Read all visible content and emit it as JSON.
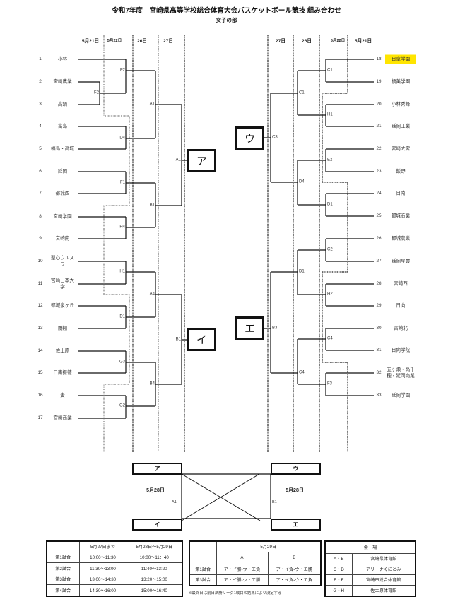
{
  "title": "令和7年度　宮崎県高等学校総合体育大会バスケットボール競技 組み合わせ",
  "subtitle": "女子の部",
  "headers": {
    "left": [
      "5月21日",
      "5月22日",
      "26日",
      "27日"
    ],
    "right": [
      "27日",
      "26日",
      "5月22日",
      "5月21日"
    ]
  },
  "teams_left": [
    {
      "no": "1",
      "name": "小林"
    },
    {
      "no": "2",
      "name": "宮崎農業"
    },
    {
      "no": "3",
      "name": "高鍋"
    },
    {
      "no": "4",
      "name": "富島"
    },
    {
      "no": "5",
      "name": "福島・高城"
    },
    {
      "no": "6",
      "name": "延岡"
    },
    {
      "no": "7",
      "name": "都城西"
    },
    {
      "no": "8",
      "name": "宮崎学園"
    },
    {
      "no": "9",
      "name": "宮崎南"
    },
    {
      "no": "10",
      "name": "聖心ウルスラ"
    },
    {
      "no": "11",
      "name": "宮崎日本大学"
    },
    {
      "no": "12",
      "name": "都城泉ヶ丘"
    },
    {
      "no": "13",
      "name": "鵬翔"
    },
    {
      "no": "14",
      "name": "佐土原"
    },
    {
      "no": "15",
      "name": "日南振徳"
    },
    {
      "no": "16",
      "name": "妻"
    },
    {
      "no": "17",
      "name": "宮崎商業"
    }
  ],
  "teams_right": [
    {
      "no": "18",
      "name": "日章学園",
      "highlight": "#FFE500"
    },
    {
      "no": "19",
      "name": "榎美学園"
    },
    {
      "no": "20",
      "name": "小林秀峰"
    },
    {
      "no": "21",
      "name": "延岡工業"
    },
    {
      "no": "22",
      "name": "宮崎大宮"
    },
    {
      "no": "23",
      "name": "飯野"
    },
    {
      "no": "24",
      "name": "日南"
    },
    {
      "no": "25",
      "name": "都城商業"
    },
    {
      "no": "26",
      "name": "都城農業"
    },
    {
      "no": "27",
      "name": "延岡星雲"
    },
    {
      "no": "28",
      "name": "宮崎西"
    },
    {
      "no": "29",
      "name": "日向"
    },
    {
      "no": "30",
      "name": "宮崎北"
    },
    {
      "no": "31",
      "name": "日向学院"
    },
    {
      "no": "32",
      "name": "五ヶ瀬・高千穂・延岡商業"
    },
    {
      "no": "33",
      "name": "延岡学園"
    }
  ],
  "matches_left": [
    "F2",
    "F2",
    "A1",
    "D4",
    "A1",
    "F1",
    "B1",
    "H4",
    "H1",
    "A4",
    "D1",
    "B1",
    "G3",
    "B4",
    "G2"
  ],
  "matches_right": [
    "C1",
    "C1",
    "H1",
    "C3",
    "E2",
    "D4",
    "D1",
    "C2",
    "D1",
    "H2",
    "B3",
    "C4",
    "C4",
    "F3"
  ],
  "league_boxes": {
    "a": "ア",
    "i": "イ",
    "u": "ウ",
    "e": "エ"
  },
  "final_league": {
    "left_date": "5月28日",
    "left_code": "A1",
    "right_date": "5月28日",
    "right_code": "B1",
    "boxes": {
      "a": "ア",
      "i": "イ",
      "u": "ウ",
      "e": "エ"
    }
  },
  "schedule": {
    "headers": [
      "",
      "5月27日まで",
      "5月28日～5月29日"
    ],
    "rows": [
      [
        "第1試合",
        "10:00～11:30",
        "10:00～11：40"
      ],
      [
        "第2試合",
        "11:30～13:00",
        "11:40～13:20"
      ],
      [
        "第3試合",
        "13:00～14:30",
        "13:20～15:00"
      ],
      [
        "第4試合",
        "14:30～16:00",
        "15:00～16:40"
      ]
    ]
  },
  "final_day": {
    "date": "5月29日",
    "cols": [
      "A",
      "B"
    ],
    "rows": [
      [
        "第1試合",
        "ア・イ勝-ウ・エ負",
        "ア・イ負-ウ・エ勝"
      ],
      [
        "第3試合",
        "ア・イ勝-ウ・エ勝",
        "ア・イ負-ウ・エ負"
      ]
    ],
    "note": "※最終日は前日決勝リーグ1戦目の結果により決定する"
  },
  "venues": {
    "header": "会　場",
    "rows": [
      [
        "A・B",
        "宮崎県体育館"
      ],
      [
        "C・D",
        "アリーナくにとみ"
      ],
      [
        "E・F",
        "宮崎市総合体育館"
      ],
      [
        "G・H",
        "佐土原体育館"
      ]
    ]
  }
}
